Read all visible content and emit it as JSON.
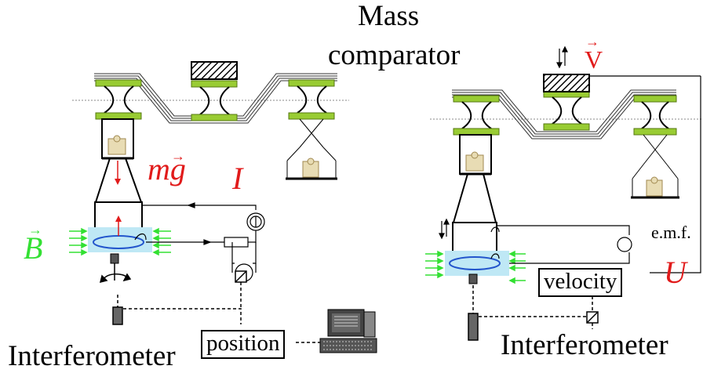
{
  "labels": {
    "mass": "Mass",
    "comparator": "comparator",
    "mg": "mg",
    "I": "I",
    "B": "B",
    "V": "V",
    "emf": "e.m.f.",
    "U": "U",
    "position": "position",
    "velocity": "velocity",
    "interferometer_left": "Interferometer",
    "interferometer_right": "Interferometer"
  },
  "colors": {
    "red": "#e11b1b",
    "green": "#33e033",
    "lime_pad": "#99cc33",
    "magnet_blue": "#bfe8f5",
    "coil_blue": "#2255cc",
    "mass_tan": "#e8dcb4"
  }
}
